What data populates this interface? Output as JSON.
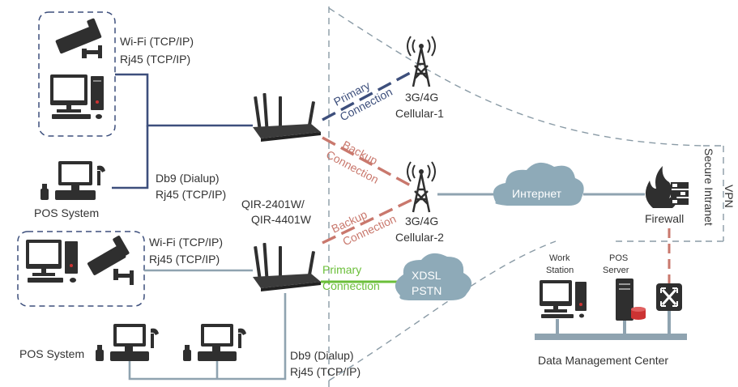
{
  "colors": {
    "blue_link": "#3d4f7c",
    "red_link": "#c9786d",
    "green_link": "#6bbf3a",
    "gray_link": "#8fa3b0",
    "cloud": "#8eaab8",
    "firewall_red": "#cc3333"
  },
  "site_top": {
    "conn_label_1": "Wi-Fi (TCP/IP)",
    "conn_label_2": "Rj45 (TCP/IP)",
    "pos_conn_1": "Db9 (Dialup)",
    "pos_conn_2": "Rj45 (TCP/IP)",
    "pos_label": "POS System"
  },
  "site_bottom": {
    "conn_label_1": "Wi-Fi (TCP/IP)",
    "conn_label_2": "Rj45 (TCP/IP)",
    "pos_label": "POS System",
    "pos_conn_1": "Db9 (Dialup)",
    "pos_conn_2": "Rj45 (TCP/IP)"
  },
  "router": {
    "model_1": "QIR-2401W/",
    "model_2": "QIR-4401W"
  },
  "links": {
    "primary_top_1": "Primary",
    "primary_top_2": "Connection",
    "backup_top_1": "Backup",
    "backup_top_2": "Connection",
    "backup_bottom_1": "Backup",
    "backup_bottom_2": "Connection",
    "primary_bottom_1": "Primary",
    "primary_bottom_2": "Connection"
  },
  "towers": {
    "cell1_1": "3G/4G",
    "cell1_2": "Cellular-1",
    "cell2_1": "3G/4G",
    "cell2_2": "Cellular-2"
  },
  "clouds": {
    "internet": "Интернет",
    "xdsl": "XDSL",
    "pstn": "PSTN"
  },
  "firewall_label": "Firewall",
  "vpn": {
    "line1": "VPN",
    "line2": "Secure Intranet"
  },
  "dmc": {
    "workstation_1": "Work",
    "workstation_2": "Station",
    "pos_server_1": "POS",
    "pos_server_2": "Server",
    "title": "Data Management Center"
  },
  "icons": [
    "camera-icon",
    "computer-icon",
    "pos-terminal-icon",
    "router-icon",
    "cell-tower-icon",
    "cloud-icon",
    "firewall-icon",
    "server-icon",
    "switch-icon"
  ]
}
